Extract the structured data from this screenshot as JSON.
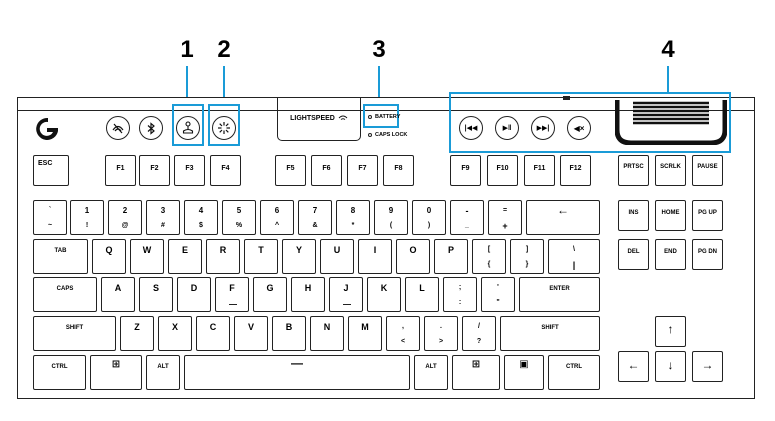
{
  "callouts": [
    "1",
    "2",
    "3",
    "4"
  ],
  "colors": {
    "highlight": "#1a9bd7",
    "outline": "#222222"
  },
  "top_buttons": {
    "game_mode_icon": "game-mode-icon",
    "bluetooth_icon": "bluetooth-icon",
    "lightspeed_icon": "joystick-icon",
    "brightness_icon": "brightness-icon"
  },
  "lightspeed_label": "LIGHTSPEED",
  "indicators": {
    "battery": "BATTERY",
    "caps_lock": "CAPS LOCK"
  },
  "media": {
    "prev": "|◀◀",
    "play_pause": "▶‖",
    "next": "▶▶|",
    "mute": "◀×"
  },
  "rows": {
    "fn": {
      "esc": "ESC",
      "f": [
        "F1",
        "F2",
        "F3",
        "F4",
        "F5",
        "F6",
        "F7",
        "F8",
        "F9",
        "F10",
        "F11",
        "F12"
      ],
      "nav": [
        "PRTSC",
        "SCRLK",
        "PAUSE"
      ]
    },
    "num": {
      "keys": [
        [
          "`",
          "~"
        ],
        [
          "1",
          "!"
        ],
        [
          "2",
          "@"
        ],
        [
          "3",
          "#"
        ],
        [
          "4",
          "$"
        ],
        [
          "5",
          "%"
        ],
        [
          "6",
          "^"
        ],
        [
          "7",
          "&"
        ],
        [
          "8",
          "*"
        ],
        [
          "9",
          "("
        ],
        [
          "0",
          ")"
        ],
        [
          "-",
          "_"
        ],
        [
          "=",
          "+"
        ]
      ],
      "backspace": "←",
      "nav": [
        "INS",
        "HOME",
        "PG UP"
      ]
    },
    "tab": {
      "tab": "TAB",
      "letters": [
        "Q",
        "W",
        "E",
        "R",
        "T",
        "Y",
        "U",
        "I",
        "O",
        "P"
      ],
      "brackets": [
        [
          "[",
          "{"
        ],
        [
          "]",
          "}"
        ]
      ],
      "backslash": [
        "\\",
        "|"
      ],
      "nav": [
        "DEL",
        "END",
        "PG DN"
      ]
    },
    "caps": {
      "caps": "CAPS",
      "letters": [
        "A",
        "S",
        "D",
        "F",
        "G",
        "H",
        "J",
        "K",
        "L"
      ],
      "punct": [
        [
          ";",
          ":"
        ],
        [
          "'",
          "\""
        ]
      ],
      "enter": "ENTER"
    },
    "shift": {
      "lshift": "SHIFT",
      "letters": [
        "Z",
        "X",
        "C",
        "V",
        "B",
        "N",
        "M"
      ],
      "punct": [
        [
          ",",
          "<"
        ],
        [
          ".",
          ">"
        ],
        [
          "/",
          "?"
        ]
      ],
      "rshift": "SHIFT",
      "up": "↑"
    },
    "bottom": {
      "lctrl": "CTRL",
      "lwin": "⊞",
      "lalt": "ALT",
      "space": "—",
      "ralt": "ALT",
      "rwin": "⊞",
      "menu": "▣",
      "rctrl": "CTRL",
      "arrows": [
        "←",
        "↓",
        "→"
      ]
    }
  }
}
